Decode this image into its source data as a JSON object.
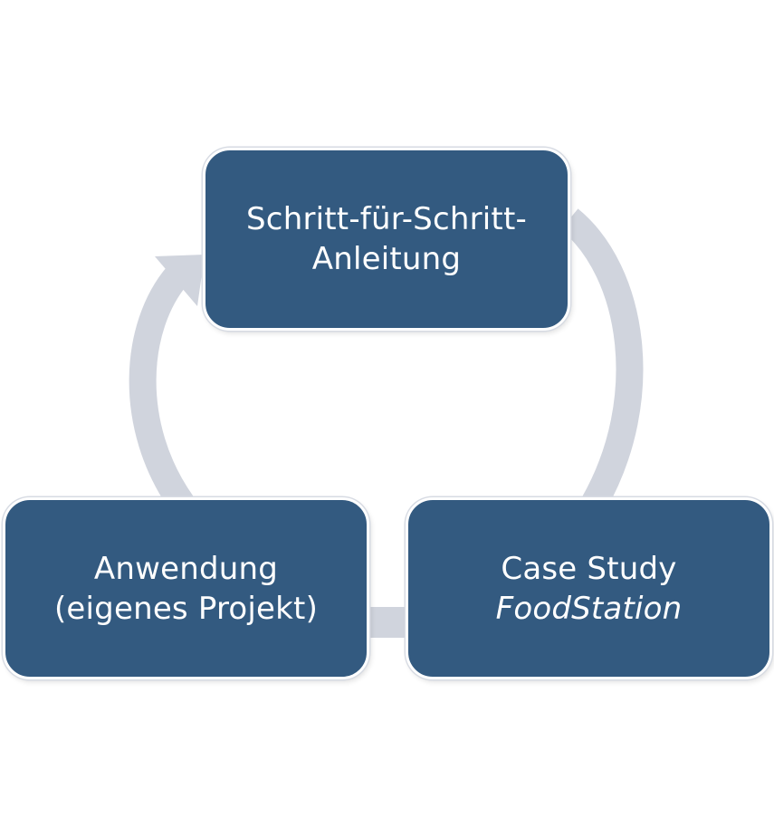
{
  "colors": {
    "node_fill": "#335a80",
    "node_text": "#ffffff",
    "arrow_fill": "#d0d4dd"
  },
  "diagram": {
    "type": "cycle",
    "nodes": [
      {
        "id": "top",
        "line1": "Schritt-für-Schritt-",
        "line2": "Anleitung"
      },
      {
        "id": "right",
        "line1": "Case Study",
        "line2": "FoodStation"
      },
      {
        "id": "left",
        "line1": "Anwendung",
        "line2": "(eigenes Projekt)"
      }
    ],
    "edges": [
      {
        "from": "top",
        "to": "right"
      },
      {
        "from": "right",
        "to": "left"
      },
      {
        "from": "left",
        "to": "top"
      }
    ]
  }
}
